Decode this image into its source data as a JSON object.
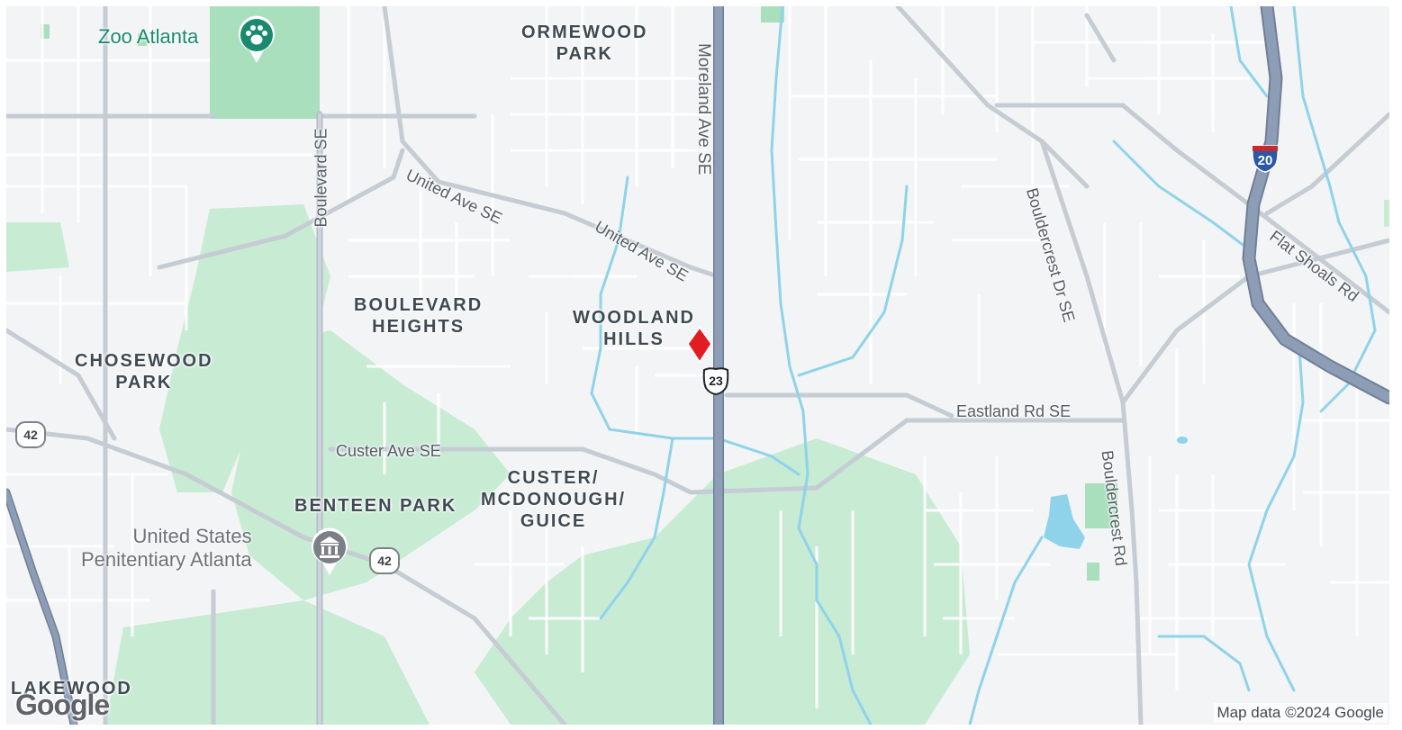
{
  "neighborhoods": {
    "ormewood_park": [
      "ORMEWOOD",
      "PARK"
    ],
    "boulevard_heights": [
      "BOULEVARD",
      "HEIGHTS"
    ],
    "woodland_hills": [
      "WOODLAND",
      "HILLS"
    ],
    "chosewood_park": [
      "CHOSEWOOD",
      "PARK"
    ],
    "benteen_park": [
      "BENTEEN PARK"
    ],
    "custer_mcdonough_guice": [
      "CUSTER/",
      "MCDONOUGH/",
      "GUICE"
    ],
    "lakewood": [
      "LAKEWOOD"
    ]
  },
  "roads": {
    "boulevard": "Boulevard SE",
    "moreland": "Moreland Ave SE",
    "united_1": "United Ave SE",
    "united_2": "United Ave SE",
    "bouldercrest_dr": "Bouldercrest Dr SE",
    "bouldercrest_rd": "Bouldercrest Rd",
    "flat_shoals": "Flat Shoals Rd",
    "eastland": "Eastland Rd SE",
    "custer": "Custer Ave SE"
  },
  "shields": {
    "route_42_west": "42",
    "route_42_south": "42",
    "us_23": "23",
    "interstate_20": "20"
  },
  "pois": {
    "zoo": "Zoo Atlanta",
    "penitentiary": [
      "United States",
      "Penitentiary Atlanta"
    ]
  },
  "attribution": "Map data ©2024 Google",
  "logo": "Google",
  "colors": {
    "background": "#f3f4f5",
    "park": "#c8ebd4",
    "park_dark": "#a8dcb8",
    "water": "#8fd3ea",
    "highway": "#8d9db5",
    "highway_edge": "#6f7f98",
    "arterial": "#c6ccd3",
    "street": "#ffffff",
    "marker": "#e31b23",
    "zoo_label": "#1a8a6e",
    "gov_label": "#6d7378"
  },
  "icons": {
    "zoo": "paw-print-icon",
    "penitentiary": "government-building-icon",
    "marker": "location-marker-icon"
  }
}
